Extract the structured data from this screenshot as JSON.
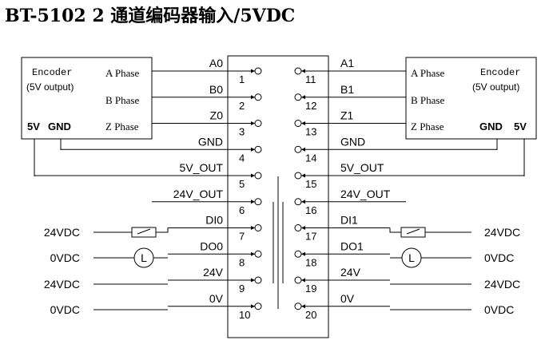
{
  "title": "BT-5102 2 通道编码器输入/5VDC",
  "encoder_left": {
    "name": "Encoder",
    "subtitle": "(5V output)",
    "phases": [
      "A Phase",
      "B Phase",
      "Z Phase"
    ],
    "pin_5v": "5V",
    "pin_gnd": "GND"
  },
  "encoder_right": {
    "name": "Encoder",
    "subtitle": "(5V output)",
    "phases": [
      "A Phase",
      "B Phase",
      "Z Phase"
    ],
    "pin_5v": "5V",
    "pin_gnd": "GND"
  },
  "terminals": {
    "left": [
      {
        "num": "1",
        "signal": "A0"
      },
      {
        "num": "2",
        "signal": "B0"
      },
      {
        "num": "3",
        "signal": "Z0"
      },
      {
        "num": "4",
        "signal": "GND"
      },
      {
        "num": "5",
        "signal": "5V_OUT"
      },
      {
        "num": "6",
        "signal": "24V_OUT"
      },
      {
        "num": "7",
        "signal": "DI0"
      },
      {
        "num": "8",
        "signal": "DO0"
      },
      {
        "num": "9",
        "signal": "24V"
      },
      {
        "num": "10",
        "signal": "0V"
      }
    ],
    "right": [
      {
        "num": "11",
        "signal": "A1"
      },
      {
        "num": "12",
        "signal": "B1"
      },
      {
        "num": "13",
        "signal": "Z1"
      },
      {
        "num": "14",
        "signal": "GND"
      },
      {
        "num": "15",
        "signal": "5V_OUT"
      },
      {
        "num": "16",
        "signal": "24V_OUT"
      },
      {
        "num": "17",
        "signal": "DI1"
      },
      {
        "num": "18",
        "signal": "DO1"
      },
      {
        "num": "19",
        "signal": "24V"
      },
      {
        "num": "20",
        "signal": "0V"
      }
    ]
  },
  "external": {
    "left": [
      "24VDC",
      "0VDC",
      "24VDC",
      "0VDC"
    ],
    "right": [
      "24VDC",
      "0VDC",
      "24VDC",
      "0VDC"
    ],
    "lamp_symbol": "L"
  }
}
